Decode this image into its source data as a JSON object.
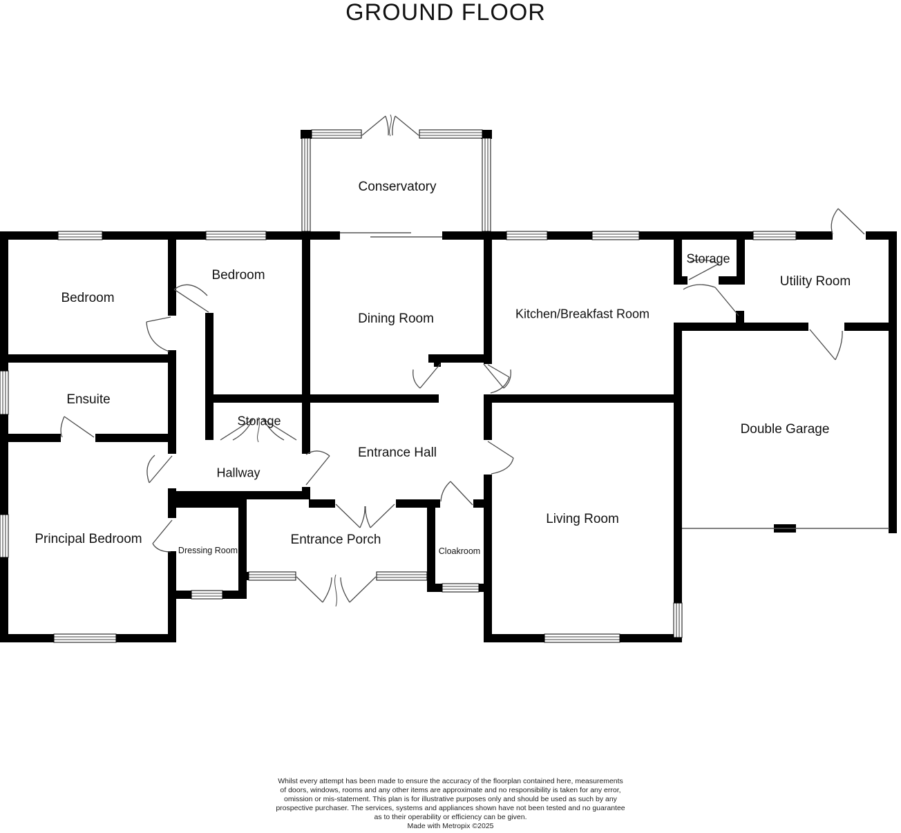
{
  "title": "GROUND FLOOR",
  "colors": {
    "wall": "#000000",
    "background": "#ffffff",
    "door_line": "#4a4a4a",
    "text": "#111111"
  },
  "rooms": {
    "conservatory": {
      "label": "Conservatory"
    },
    "bedroom_left": {
      "label": "Bedroom"
    },
    "bedroom_middle": {
      "label": "Bedroom"
    },
    "dining_room": {
      "label": "Dining Room"
    },
    "kitchen_breakfast": {
      "label": "Kitchen/Breakfast Room"
    },
    "storage_top": {
      "label": "Storage"
    },
    "utility_room": {
      "label": "Utility Room"
    },
    "ensuite": {
      "label": "Ensuite"
    },
    "storage_middle": {
      "label": "Storage"
    },
    "hallway": {
      "label": "Hallway"
    },
    "entrance_hall": {
      "label": "Entrance Hall"
    },
    "double_garage": {
      "label": "Double Garage"
    },
    "principal_bedroom": {
      "label": "Principal Bedroom"
    },
    "dressing_room": {
      "label": "Dressing Room"
    },
    "entrance_porch": {
      "label": "Entrance Porch"
    },
    "cloakroom": {
      "label": "Cloakroom"
    },
    "living_room": {
      "label": "Living Room"
    }
  },
  "disclaimer": {
    "lines": [
      "Whilst every attempt has been made to ensure the accuracy of the floorplan contained here, measurements",
      "of doors, windows, rooms and any other items are approximate and no responsibility is taken for any error,",
      "omission or mis-statement. This plan is for illustrative purposes only and should be used as such by any",
      "prospective purchaser. The services, systems and appliances shown have not been tested and no guarantee",
      "as to their operability or efficiency can be given."
    ],
    "credit": "Made with Metropix ©2025"
  }
}
